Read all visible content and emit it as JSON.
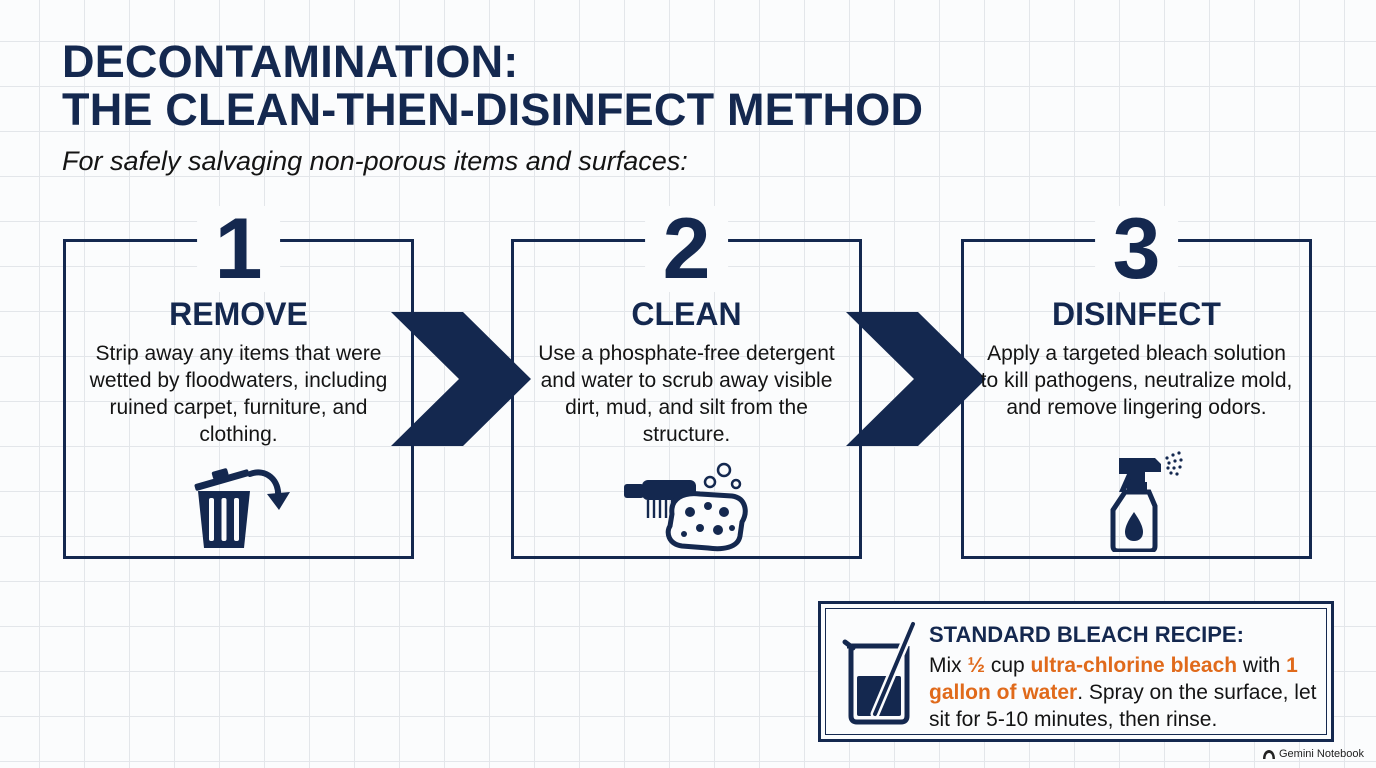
{
  "header": {
    "title_line1": "DECONTAMINATION:",
    "title_line2": "THE CLEAN-THEN-DISINFECT METHOD",
    "subtitle": "For safely salvaging non-porous items and surfaces:"
  },
  "steps": [
    {
      "number": "1",
      "heading": "REMOVE",
      "text": "Strip away any items that were wetted by floodwaters, including ruined carpet, furniture, and clothing.",
      "icon": "trash-can-arrow-icon"
    },
    {
      "number": "2",
      "heading": "CLEAN",
      "text": "Use a phosphate-free detergent and water to scrub away visible dirt, mud, and silt from the structure.",
      "icon": "brush-sponge-icon"
    },
    {
      "number": "3",
      "heading": "DISINFECT",
      "text": "Apply a targeted bleach solution to kill pathogens, neutralize mold, and remove lingering odors.",
      "icon": "spray-bottle-icon"
    }
  ],
  "recipe": {
    "title": "STANDARD BLEACH RECIPE:",
    "part1": "Mix ",
    "amount": "½",
    "part2": " cup ",
    "bleach": "ultra-chlorine bleach",
    "part3": " with ",
    "water": "1 gallon of water",
    "part4": ". Spray on the surface, let sit for 5-10 minutes, then rinse.",
    "icon": "beaker-stir-icon"
  },
  "watermark": "Gemini Notebook",
  "colors": {
    "navy": "#14284f",
    "accent": "#e06a1b",
    "grid": "#e3e6ea"
  }
}
